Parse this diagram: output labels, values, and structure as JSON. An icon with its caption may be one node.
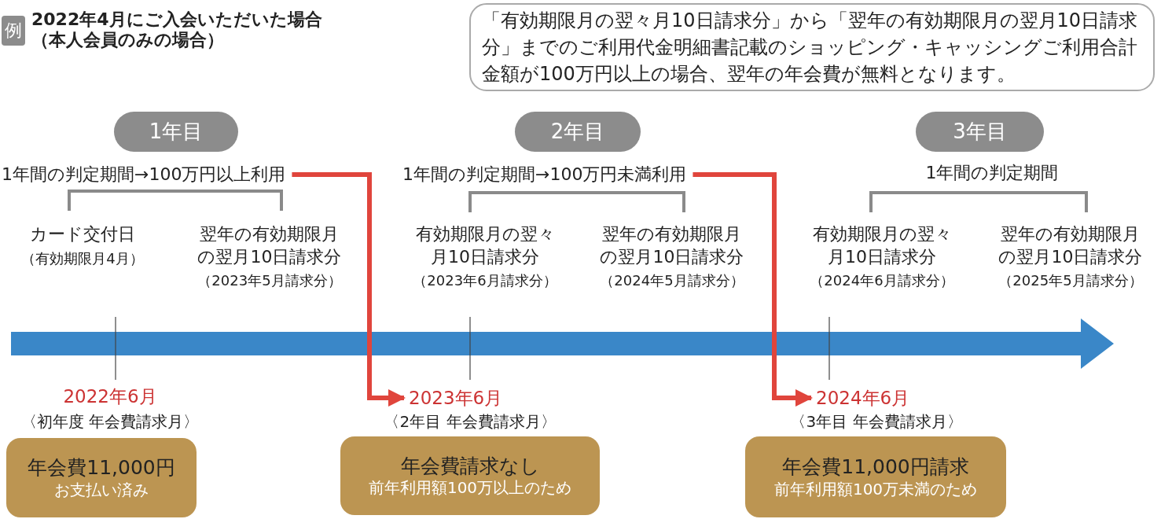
{
  "diagram": {
    "title": "2022年4月にご入会いただいた場合（本人会員のみの場合）",
    "nodes": [
      {
        "text": [
          "例"
        ]
      },
      {
        "text": [
          "「有効期限月の翌々月10日請求分」から「翌年の有効期限月の翌月10日請求分」までのご利用代金明細書記載のショッピング・キャッシングご利用合計金額が100万円以上の場合、翌年の年会費が無料となります。"
        ]
      },
      {
        "text": [
          "1年目"
        ]
      },
      {
        "text": [
          "2年目"
        ]
      },
      {
        "text": [
          "3年目"
        ]
      },
      {
        "text": [
          "1年間の判定期間→100万円以上利用"
        ]
      },
      {
        "text": [
          "1年間の判定期間→100万円未満利用"
        ]
      },
      {
        "text": [
          "2023年6月"
        ]
      },
      {
        "text": [
          "2024年6月"
        ]
      },
      {
        "text": [
          "年会費11,000円",
          "お支払い済み"
        ]
      },
      {
        "text": [
          "年会費請求なし",
          "前年利用額100万以上のため"
        ]
      },
      {
        "text": [
          "年会費11,000円請求",
          "前年利用額100万未満のため"
        ]
      }
    ],
    "edges": [
      {
        "from": 5,
        "to": 7,
        "arrow": "to"
      },
      {
        "from": 6,
        "to": 8,
        "arrow": "to"
      }
    ],
    "labels": [
      "1年間の判定期間",
      "カード交付日",
      "（有効期限月4月）",
      "翌年の有効期限月の翌月10日請求分",
      "（2023年5月請求分）",
      "有効期限月の翌々月10日請求分",
      "（2023年6月請求分）",
      "翌年の有効期限月の翌月10日請求分",
      "（2024年5月請求分）",
      "有効期限月の翌々月10日請求分",
      "（2024年6月請求分）",
      "翌年の有効期限月の翌月10日請求分",
      "（2025年5月請求分）",
      "2022年6月",
      "〈初年度 年会費請求月〉",
      "〈2年目 年会費請求月〉",
      "〈3年目 年会費請求月〉"
    ]
  }
}
